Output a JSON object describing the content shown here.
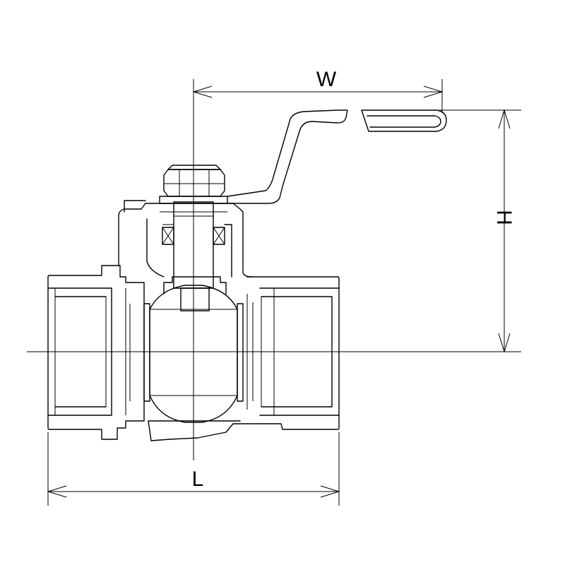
{
  "diagram": {
    "dimensions": {
      "width_label": "W",
      "height_label": "H",
      "length_label": "L"
    }
  }
}
